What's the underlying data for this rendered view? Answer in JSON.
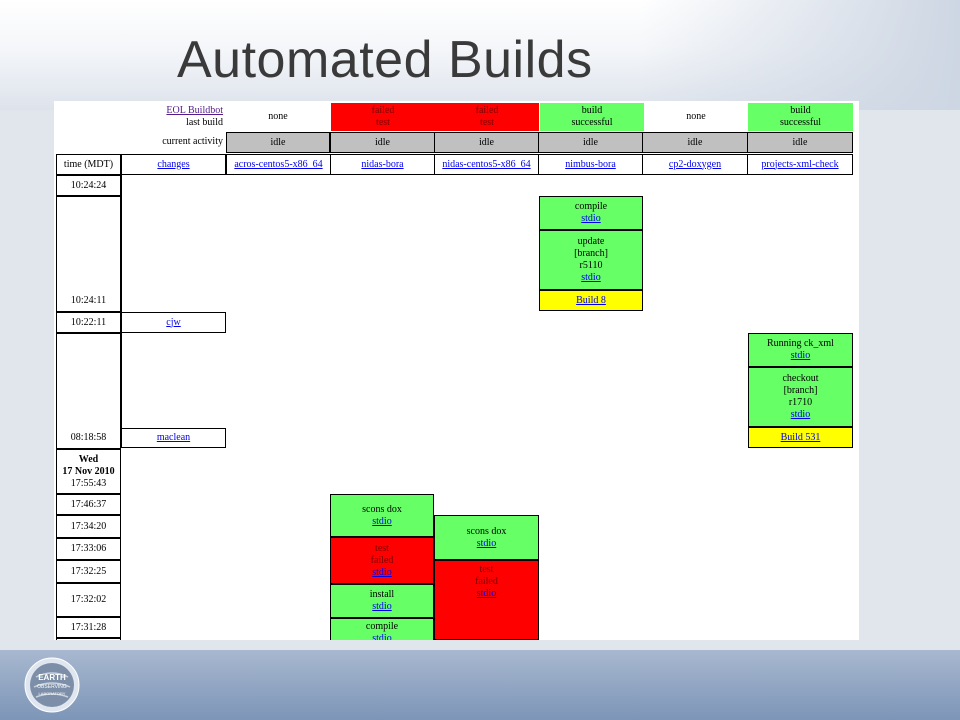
{
  "slide": {
    "title": "Automated Builds",
    "logo_name": "earth-observing-laboratory-logo",
    "logo_text": [
      "EARTH",
      "OBSERVING",
      "LABORATORY"
    ]
  },
  "header": {
    "buildbot_link": "EOL Buildbot",
    "last_build_label": "last build",
    "current_activity_label": "current activity",
    "time_label": "time (MDT)",
    "changes_label": "changes"
  },
  "builders": [
    {
      "name": "acros-centos5-x86_64",
      "last_build": [
        "none"
      ],
      "status": "none",
      "activity": "idle"
    },
    {
      "name": "nidas-bora",
      "last_build": [
        "failed",
        "test"
      ],
      "status": "failed",
      "activity": "idle"
    },
    {
      "name": "nidas-centos5-x86_64",
      "last_build": [
        "failed",
        "test"
      ],
      "status": "failed",
      "activity": "idle"
    },
    {
      "name": "nimbus-bora",
      "last_build": [
        "build",
        "successful"
      ],
      "status": "success",
      "activity": "idle"
    },
    {
      "name": "cp2-doxygen",
      "last_build": [
        "none"
      ],
      "status": "none",
      "activity": "idle"
    },
    {
      "name": "projects-xml-check",
      "last_build": [
        "build",
        "successful"
      ],
      "status": "success",
      "activity": "idle"
    }
  ],
  "times": {
    "t1": "10:24:24",
    "t2": "10:24:11",
    "t3": "10:22:11",
    "t4": "08:18:58",
    "date_day": "Wed",
    "date_full": "17 Nov 2010",
    "t5": "17:55:43",
    "t6": "17:46:37",
    "t7": "17:34:20",
    "t8": "17:33:06",
    "t9": "17:32:25",
    "t10": "17:32:02",
    "t11": "17:31:28"
  },
  "changes": {
    "cjw": "cjw",
    "maclean": "maclean"
  },
  "steps": {
    "nimbus_compile": [
      "compile"
    ],
    "nimbus_update": [
      "update",
      "[branch]",
      "r5110"
    ],
    "nimbus_build": "Build 8",
    "xml_running": [
      "Running ck_xml"
    ],
    "xml_checkout": [
      "checkout",
      "[branch]",
      "r1710"
    ],
    "xml_build": "Build 531",
    "bora_scons": [
      "scons dox"
    ],
    "bora_test": [
      "test",
      "failed"
    ],
    "bora_install": [
      "install"
    ],
    "bora_compile": [
      "compile"
    ],
    "centos_scons": [
      "scons dox"
    ],
    "centos_test": [
      "test",
      "failed"
    ],
    "stdio": "stdio"
  },
  "colors": {
    "failed": "#ff0000",
    "success": "#66ff66",
    "build_label": "#ffff00",
    "idle": "#c0c0c0",
    "link": "#0000ee",
    "visited_link": "#551a8b"
  }
}
